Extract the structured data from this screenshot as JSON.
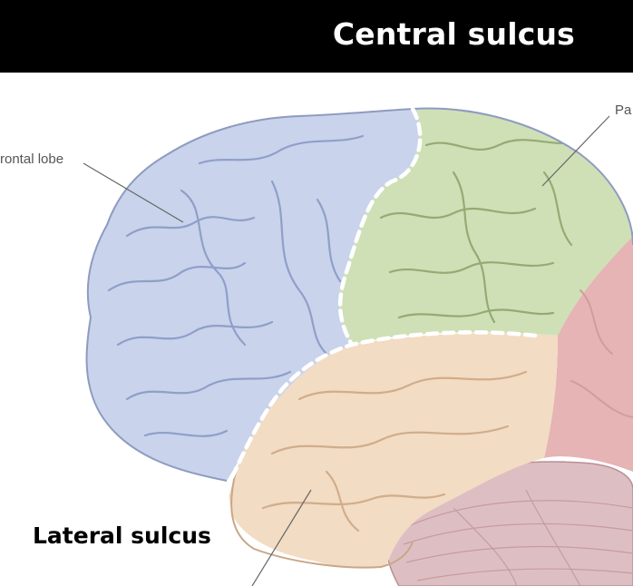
{
  "header": {
    "title": "Central sulcus"
  },
  "labels": {
    "frontal_lobe": "rontal lobe",
    "parietal_partial": "Pa",
    "lateral_sulcus": "Lateral sulcus"
  },
  "colors": {
    "header_bg": "#000000",
    "frontal": "#c9d3ec",
    "parietal": "#cfe0b6",
    "temporal": "#f2dcc4",
    "occipital": "#e6b4b4",
    "cerebellum": "#ddbfc3"
  }
}
